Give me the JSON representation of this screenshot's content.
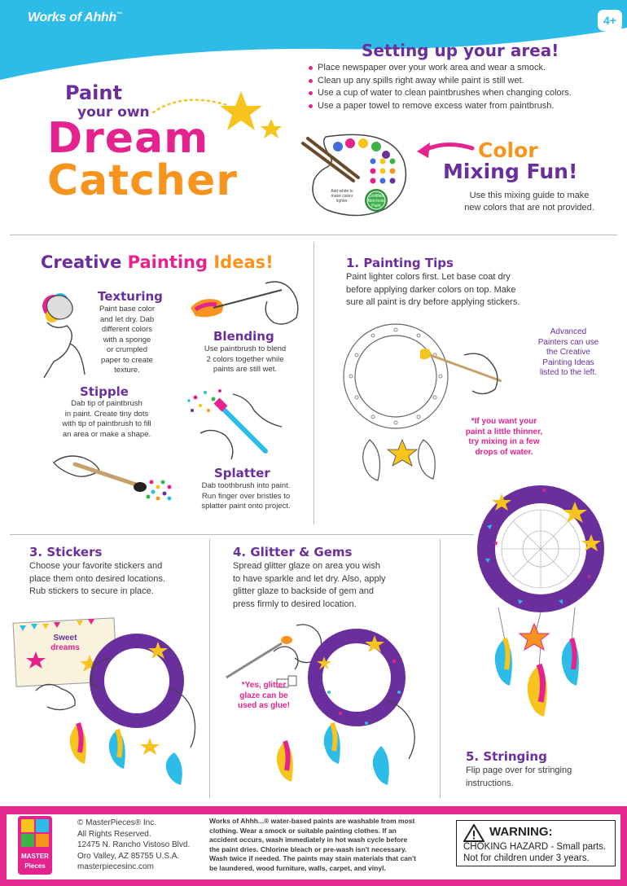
{
  "colors": {
    "accent_blue": "#2dbce8",
    "purple": "#6a2f9c",
    "pink": "#e4238e",
    "orange": "#f7941d",
    "footer_pink": "#e42a8e"
  },
  "header": {
    "brand": "Works of Ahhh",
    "brand_tm": "™",
    "age": "4+"
  },
  "title": {
    "line1": "Paint",
    "line2": "your own",
    "line3": "Dream",
    "line4": "Catcher"
  },
  "setup": {
    "heading": "Setting up your area!",
    "items": [
      "Place newspaper over your work area and wear a smock.",
      "Clean up any spills right away while paint is still wet.",
      "Use a cup of water to clean paintbrushes when changing colors.",
      "Use a paper towel to remove excess water from paintbrush."
    ]
  },
  "mixing": {
    "word1": "Color",
    "word2": "Mixing Fun!",
    "desc_line1": "Use this mixing guide to make",
    "desc_line2": "new colors that are not provided.",
    "palette_note": [
      "Add white to",
      "make colors",
      "lighter"
    ],
    "seal": [
      "Certified",
      "Non-toxic",
      "Paint"
    ]
  },
  "ideas": {
    "heading_w1": "Creative",
    "heading_w2": "Painting",
    "heading_w3": "Ideas!",
    "texturing": {
      "title": "Texturing",
      "lines": [
        "Paint base color",
        "and let dry. Dab",
        "different colors",
        "with a sponge",
        "or crumpled",
        "paper to create",
        "texture."
      ]
    },
    "blending": {
      "title": "Blending",
      "lines": [
        "Use paintbrush to blend",
        "2 colors together while",
        "paints are still wet."
      ]
    },
    "stipple": {
      "title": "Stipple",
      "lines": [
        "Dab tip of paintbrush",
        "in paint. Create tiny dots",
        "with tip of paintbrush to fill",
        "an area or make a shape."
      ]
    },
    "splatter": {
      "title": "Splatter",
      "lines": [
        "Dab toothbrush into paint.",
        "Run finger over bristles to",
        "splatter paint onto project."
      ]
    }
  },
  "tips": {
    "title": "1. Painting Tips",
    "lines": [
      "Paint lighter colors first. Let base coat dry",
      "before applying darker colors on top. Make",
      "sure all paint is dry before applying stickers."
    ],
    "advanced": [
      "Advanced",
      "Painters can use",
      "the Creative",
      "Painting Ideas",
      "listed to the left."
    ],
    "thinner": [
      "*If you want your",
      "paint a little thinner,",
      "try mixing in a few",
      "drops of water."
    ]
  },
  "stickers": {
    "title": "3. Stickers",
    "lines": [
      "Choose your favorite stickers and",
      "place them onto desired locations.",
      "Rub stickers to secure in place."
    ],
    "sheet_text": [
      "Sweet",
      "dreams"
    ]
  },
  "glitter": {
    "title": "4. Glitter & Gems",
    "lines": [
      "Spread glitter glaze on area you wish",
      "to have sparkle and let dry. Also, apply",
      "glitter glaze to backside of gem and",
      "press firmly to desired location."
    ],
    "note": [
      "*Yes, glitter",
      "glaze can be",
      "used as glue!"
    ]
  },
  "stringing": {
    "title": "5. Stringing",
    "lines": [
      "Flip page over for stringing",
      "instructions."
    ]
  },
  "footer": {
    "logo": [
      "MASTER",
      "Pieces"
    ],
    "copyright": [
      "© MasterPieces® Inc.",
      "All Rights Reserved.",
      "12475 N. Rancho Vistoso Blvd.",
      "Oro Valley, AZ 85755 U.S.A.",
      "masterpiecesinc.com"
    ],
    "wash_lines": [
      "Works of Ahhh...® water-based paints are washable from most",
      "clothing. Wear a smock or suitable painting clothes. If an",
      "accident occurs, wash immediately in hot wash cycle before",
      "the paint dries. Chlorine bleach or pre-wash isn't necessary.",
      "Wash twice if needed. The paints may stain materials that can't",
      "be laundered, wood furniture, walls, carpet, and vinyl."
    ],
    "warning_title": "WARNING:",
    "warning_line1": "CHOKING HAZARD - Small parts.",
    "warning_line2": "Not for children under 3 years."
  }
}
